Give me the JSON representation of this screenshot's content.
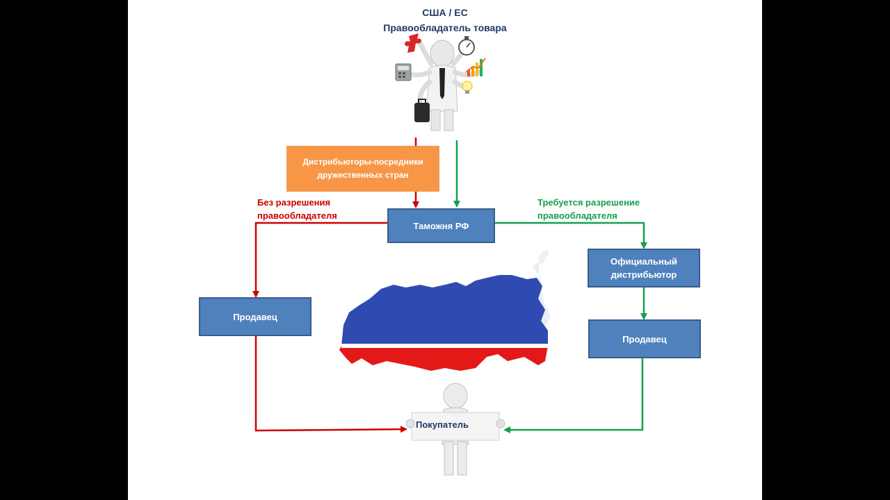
{
  "header": {
    "line1": "США / ЕС",
    "line2": "Правообладатель товара"
  },
  "nodes": {
    "distributors_friendly": "Дистрибьюторы-посредники дружественных стран",
    "customs": "Таможня РФ",
    "official_distributor": "Официальный дистрибьютор",
    "seller_left": "Продавец",
    "seller_right": "Продавец",
    "buyer": "Покупатель"
  },
  "labels": {
    "without_permission": "Без разрешения правообладателя",
    "permission_required": "Требуется разрешение правообладателя"
  },
  "colors": {
    "red_path": "#cc0000",
    "green_path": "#14a04a",
    "box_blue": "#4f81bd",
    "box_orange": "#f79646",
    "title_navy": "#1f3864"
  }
}
